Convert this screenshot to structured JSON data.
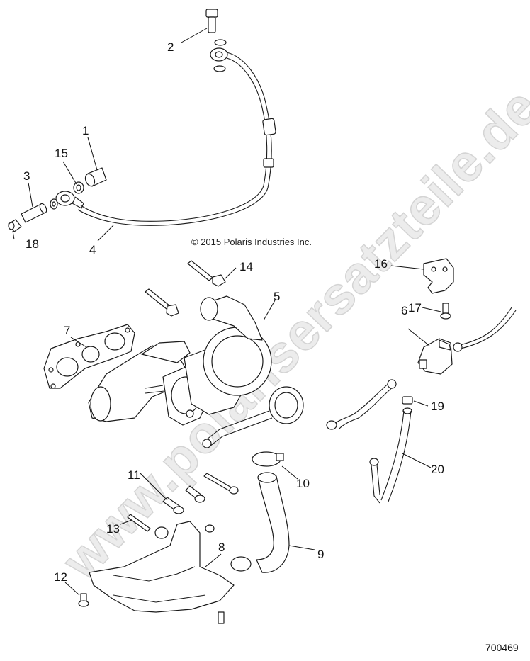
{
  "watermark": "www.polarisersatzteile.de",
  "copyright": "© 2015 Polaris Industries Inc.",
  "diagram_id": "700469",
  "callouts": [
    "1",
    "2",
    "3",
    "4",
    "5",
    "6",
    "7",
    "8",
    "9",
    "10",
    "11",
    "12",
    "13",
    "14",
    "15",
    "16",
    "17",
    "18",
    "19",
    "20"
  ]
}
